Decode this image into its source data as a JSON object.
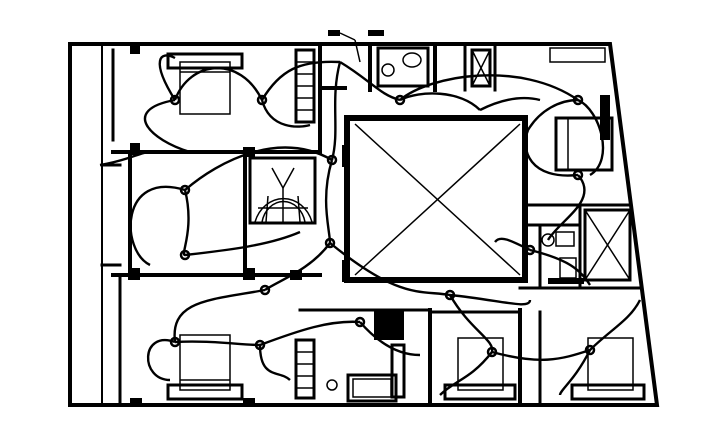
{
  "drawing": {
    "kind": "electrical-layout-floor-plan",
    "stroke_color": "#000000",
    "background_color": "#ffffff",
    "rooms": [
      {
        "id": "bedroom-top-left",
        "fixtures": [
          "bed-icon",
          "wardrobe-icon",
          "light-point-icon"
        ]
      },
      {
        "id": "room-middle-left",
        "fixtures": [
          "light-point-icon"
        ]
      },
      {
        "id": "stair-hall",
        "fixtures": [
          "spiral-stair-icon"
        ]
      },
      {
        "id": "bedroom-bottom-left",
        "fixtures": [
          "bed-icon",
          "wardrobe-icon",
          "light-point-icon"
        ]
      },
      {
        "id": "toilet-top",
        "fixtures": [
          "wc-icon",
          "basin-icon"
        ]
      },
      {
        "id": "open-to-sky",
        "fixtures": [
          "void-cross-icon"
        ]
      },
      {
        "id": "room-top-right",
        "fixtures": [
          "sofa-icon",
          "light-point-icon"
        ]
      },
      {
        "id": "toilet-right",
        "fixtures": [
          "wc-icon",
          "basin-icon"
        ]
      },
      {
        "id": "duct-right",
        "fixtures": [
          "void-cross-icon"
        ]
      },
      {
        "id": "bath-bottom",
        "fixtures": [
          "bathtub-icon",
          "wc-icon",
          "basin-icon"
        ]
      },
      {
        "id": "bedroom-bottom-middle",
        "fixtures": [
          "bed-icon"
        ]
      },
      {
        "id": "bedroom-bottom-right",
        "fixtures": [
          "bed-icon"
        ]
      }
    ]
  }
}
